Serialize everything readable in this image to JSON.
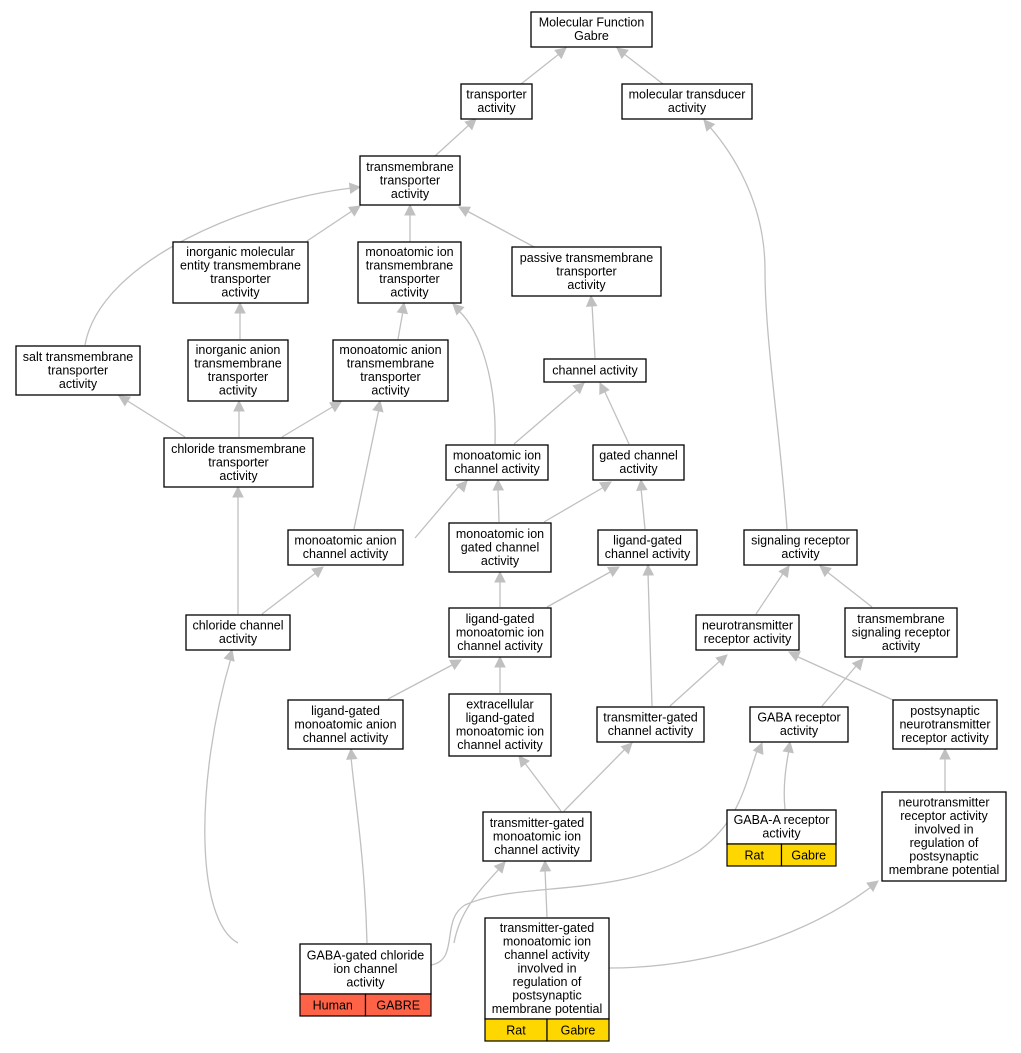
{
  "nodes": {
    "mf": [
      "Molecular Function",
      "Gabre"
    ],
    "transporter": [
      "transporter",
      "activity"
    ],
    "transducer": [
      "molecular transducer",
      "activity"
    ],
    "tmt": [
      "transmembrane",
      "transporter",
      "activity"
    ],
    "inorg": [
      "inorganic molecular",
      "entity transmembrane",
      "transporter",
      "activity"
    ],
    "monoion": [
      "monoatomic ion",
      "transmembrane",
      "transporter",
      "activity"
    ],
    "passive": [
      "passive transmembrane",
      "transporter",
      "activity"
    ],
    "salt": [
      "salt transmembrane",
      "transporter",
      "activity"
    ],
    "inorganion": [
      "inorganic anion",
      "transmembrane",
      "transporter",
      "activity"
    ],
    "monoanion": [
      "monoatomic anion",
      "transmembrane",
      "transporter",
      "activity"
    ],
    "channel": [
      "channel activity"
    ],
    "chloridetmt": [
      "chloride transmembrane",
      "transporter",
      "activity"
    ],
    "monoionch": [
      "monoatomic ion",
      "channel activity"
    ],
    "gated": [
      "gated channel",
      "activity"
    ],
    "monoanionch": [
      "monoatomic anion",
      "channel activity"
    ],
    "monoiongated": [
      "monoatomic ion",
      "gated channel",
      "activity"
    ],
    "ligandgated": [
      "ligand-gated",
      "channel activity"
    ],
    "signaling": [
      "signaling receptor",
      "activity"
    ],
    "chloridech": [
      "chloride channel",
      "activity"
    ],
    "ligandmonoion": [
      "ligand-gated",
      "monoatomic ion",
      "channel activity"
    ],
    "neurotransrec": [
      "neurotransmitter",
      "receptor activity"
    ],
    "tmsignaling": [
      "transmembrane",
      "signaling receptor",
      "activity"
    ],
    "ligandanion": [
      "ligand-gated",
      "monoatomic anion",
      "channel activity"
    ],
    "extracell": [
      "extracellular",
      "ligand-gated",
      "monoatomic ion",
      "channel activity"
    ],
    "transgated": [
      "transmitter-gated",
      "channel activity"
    ],
    "gabarec": [
      "GABA receptor",
      "activity"
    ],
    "postsyn": [
      "postsynaptic",
      "neurotransmitter",
      "receptor activity"
    ],
    "neuroregul": [
      "neurotransmitter",
      "receptor activity",
      "involved in",
      "regulation of",
      "postsynaptic",
      "membrane potential"
    ],
    "gabaa": [
      "GABA-A receptor",
      "activity"
    ],
    "tgmonoion": [
      "transmitter-gated",
      "monoatomic ion",
      "channel activity"
    ],
    "gabagated": [
      "GABA-gated chloride",
      "ion channel",
      "activity"
    ],
    "tgregul": [
      "transmitter-gated",
      "monoatomic ion",
      "channel activity",
      "involved in",
      "regulation of",
      "postsynaptic",
      "membrane potential"
    ]
  },
  "badges": {
    "gabaa": {
      "species": "Rat",
      "gene": "Gabre",
      "color": "#ffd700"
    },
    "gabagated": {
      "species": "Human",
      "gene": "GABRE",
      "color": "#ff6347"
    },
    "tgregul": {
      "species": "Rat",
      "gene": "Gabre",
      "color": "#ffd700"
    }
  },
  "colors": {
    "edge": "#c0c0c0",
    "border": "#000000",
    "node_fill": "#ffffff",
    "rat": "#ffd700",
    "human": "#ff6347"
  }
}
